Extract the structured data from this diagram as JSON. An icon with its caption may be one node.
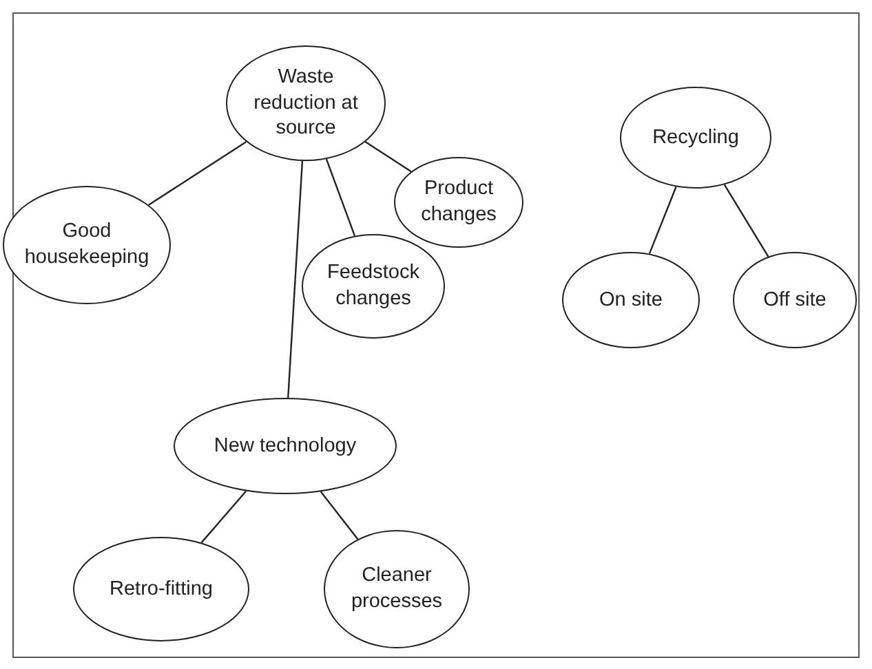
{
  "diagram": {
    "nodes": [
      {
        "text": [
          "Waste reduction at source"
        ]
      },
      {
        "text": [
          "Good housekeeping"
        ]
      },
      {
        "text": [
          "Product changes"
        ]
      },
      {
        "text": [
          "Feedstock changes"
        ]
      },
      {
        "text": [
          "New technology"
        ]
      },
      {
        "text": [
          "Retro-fitting"
        ]
      },
      {
        "text": [
          "Cleaner processes"
        ]
      },
      {
        "text": [
          "Recycling"
        ]
      },
      {
        "text": [
          "On site"
        ]
      },
      {
        "text": [
          "Off site"
        ]
      }
    ],
    "edges": [
      {
        "from": 0,
        "to": 1,
        "arrow": "none"
      },
      {
        "from": 0,
        "to": 2,
        "arrow": "none"
      },
      {
        "from": 0,
        "to": 3,
        "arrow": "none"
      },
      {
        "from": 0,
        "to": 4,
        "arrow": "none"
      },
      {
        "from": 4,
        "to": 5,
        "arrow": "none"
      },
      {
        "from": 4,
        "to": 6,
        "arrow": "none"
      },
      {
        "from": 7,
        "to": 8,
        "arrow": "none"
      },
      {
        "from": 7,
        "to": 9,
        "arrow": "none"
      }
    ]
  }
}
